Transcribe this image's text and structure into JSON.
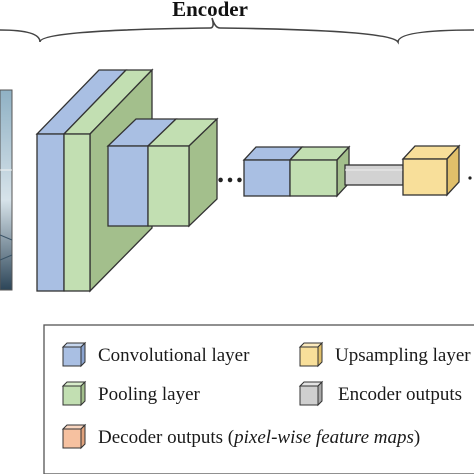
{
  "encoder": {
    "title": "Encoder"
  },
  "legend": {
    "items": [
      {
        "label": "Convolutional layer",
        "color": "#a9bfe3"
      },
      {
        "label": "Pooling layer",
        "color": "#c2dfb2"
      },
      {
        "label_prefix": "Decoder outputs (",
        "label_italic": "pixel-wise feature maps",
        "label_suffix": ")",
        "color": "#f6c1a0"
      },
      {
        "label": "Upsampling layer",
        "color": "#f8df9a"
      },
      {
        "label": "Encoder outputs",
        "color": "#cfcfcf"
      }
    ]
  },
  "colors": {
    "conv": "#a9bfe3",
    "pool": "#c2dfb2",
    "upsample": "#f8df9a",
    "encoder_output": "#cfcfcf",
    "decoder_output": "#f6c1a0",
    "outline": "#333333"
  },
  "ellipsis": "…"
}
